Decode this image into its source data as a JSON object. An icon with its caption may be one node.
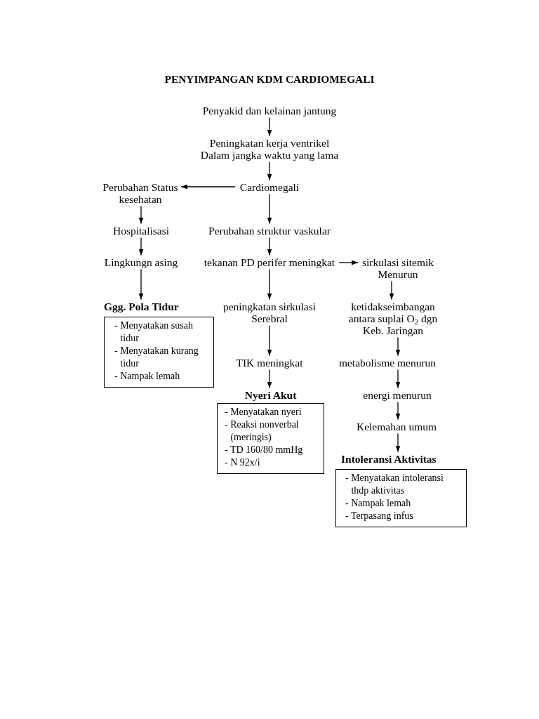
{
  "diagram": {
    "title": "PENYIMPANGAN KDM CARDIOMEGALI",
    "nodes": [
      {
        "text": [
          "Penyakid dan kelainan jantung"
        ]
      },
      {
        "text": [
          "Peningkatan kerja ventrikel Dalam jangka waktu yang lama"
        ]
      },
      {
        "text": [
          "Perubahan Status kesehatan"
        ]
      },
      {
        "text": [
          "Cardiomegali"
        ]
      },
      {
        "text": [
          "Hospitalisasi"
        ]
      },
      {
        "text": [
          "Perubahan struktur vaskular"
        ]
      },
      {
        "text": [
          "Lingkungn asing"
        ]
      },
      {
        "text": [
          "tekanan PD perifer meningkat"
        ]
      },
      {
        "text": [
          "sirkulasi sitemik Menurun"
        ]
      },
      {
        "text": [
          "Ggg. Pola Tidur",
          "- Menyatakan susah tidur",
          "- Menyatakan kurang tidur",
          "- Nampak lemah"
        ]
      },
      {
        "text": [
          "peningkatan sirkulasi Serebral"
        ]
      },
      {
        "text": [
          "ketidakseimbangan antara suplai O$_{2}$ dgn Keb. Jaringan"
        ]
      },
      {
        "text": [
          "TIK meningkat"
        ]
      },
      {
        "text": [
          "metabolisme menurun"
        ]
      },
      {
        "text": [
          "Nyeri Akut",
          "- Menyatakan nyeri",
          "- Reaksi nonverbal (meringis)",
          "- TD 160/80 mmHg",
          "- N 92x/i"
        ]
      },
      {
        "text": [
          "energi menurun"
        ]
      },
      {
        "text": [
          "Kelemahan umum"
        ]
      },
      {
        "text": [
          "Intoleransi Aktivitas",
          "- Menyatakan intoleransi thdp aktivitas",
          "- Nampak lemah",
          "- Terpasang infus"
        ]
      }
    ],
    "edges": [
      {
        "from": 0,
        "to": 1,
        "arrow": "to"
      },
      {
        "from": 1,
        "to": 3,
        "arrow": "to"
      },
      {
        "from": 3,
        "to": 2,
        "arrow": "to"
      },
      {
        "from": 2,
        "to": 4,
        "arrow": "to"
      },
      {
        "from": 3,
        "to": 5,
        "arrow": "to"
      },
      {
        "from": 4,
        "to": 6,
        "arrow": "to"
      },
      {
        "from": 5,
        "to": 7,
        "arrow": "to"
      },
      {
        "from": 7,
        "to": 8,
        "arrow": "to"
      },
      {
        "from": 6,
        "to": 9,
        "arrow": "to"
      },
      {
        "from": 7,
        "to": 10,
        "arrow": "to"
      },
      {
        "from": 8,
        "to": 11,
        "arrow": "to"
      },
      {
        "from": 10,
        "to": 12,
        "arrow": "to"
      },
      {
        "from": 11,
        "to": 13,
        "arrow": "to"
      },
      {
        "from": 12,
        "to": 14,
        "arrow": "to"
      },
      {
        "from": 13,
        "to": 15,
        "arrow": "to"
      },
      {
        "from": 15,
        "to": 16,
        "arrow": "to"
      },
      {
        "from": 16,
        "to": 17,
        "arrow": "to"
      }
    ]
  }
}
